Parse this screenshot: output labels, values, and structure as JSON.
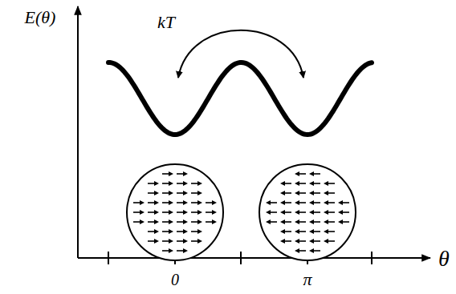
{
  "diagram": {
    "labels": [
      "E(θ)",
      "kT",
      "θ",
      "0",
      "π"
    ]
  }
}
